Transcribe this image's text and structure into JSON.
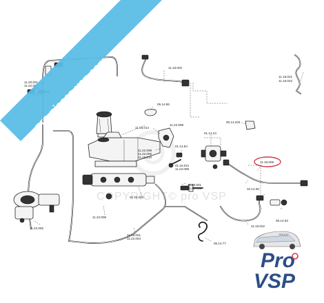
{
  "banner": {
    "text": "pro-pieces-vsp.com",
    "color": "#5bbde6"
  },
  "watermark": {
    "text": "COPYRIGHT© pro VSP"
  },
  "logo": {
    "word1": "Pro",
    "word2": "VSP",
    "group": "GROUP",
    "accent": "#d33a4a",
    "brand": "#2c4e86"
  },
  "labels": {
    "l11_20_001": "11.20.001",
    "l11_22_003": "11.22.003",
    "l11_16_002": "11.16.002",
    "l11_16_021": "11.16.021",
    "l11_16_022": "11.16.022",
    "l06_14_86": "06.14.86",
    "l11_16_014": "11.16.014",
    "l11_22_098": "11.22.098",
    "l06_14_204": "06.14.204",
    "l01_14_24": "01.14.24",
    "l01_14_84": "01.14.84",
    "l11_22_099": "11.22.099",
    "l11_22_005": "11.22.005",
    "l11_16_010": "11.16.010",
    "l01_16_021": "01.16.021",
    "l11_22_099b": "11.22.099",
    "l11_16_005": "11.16.005",
    "l10_14_06": "10.14.06",
    "l01_16_020": "01.16.020",
    "l11_20_001b": "11.20.001",
    "l11_20_003": "11.20.003",
    "l11_16_022b": "11.16.022",
    "l06_14_63": "06.14.63",
    "l11_22_092": "11.22.092",
    "l11_22_006": "11.22.006",
    "l11_18_001": "11.18.001",
    "l11_22_004": "11.22.004",
    "l06_14_77": "06.14.77"
  }
}
